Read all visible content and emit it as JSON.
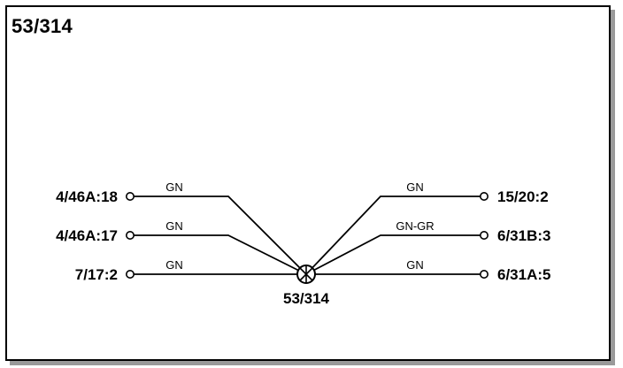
{
  "title": "53/314",
  "splice": {
    "id": "53/314"
  },
  "connections": [
    {
      "terminal": "4/46A:18",
      "wire_color": "GN",
      "side": "left"
    },
    {
      "terminal": "4/46A:17",
      "wire_color": "GN",
      "side": "left"
    },
    {
      "terminal": "7/17:2",
      "wire_color": "GN",
      "side": "left"
    },
    {
      "terminal": "15/20:2",
      "wire_color": "GN",
      "side": "right"
    },
    {
      "terminal": "6/31B:3",
      "wire_color": "GN-GR",
      "side": "right"
    },
    {
      "terminal": "6/31A:5",
      "wire_color": "GN",
      "side": "right"
    }
  ]
}
